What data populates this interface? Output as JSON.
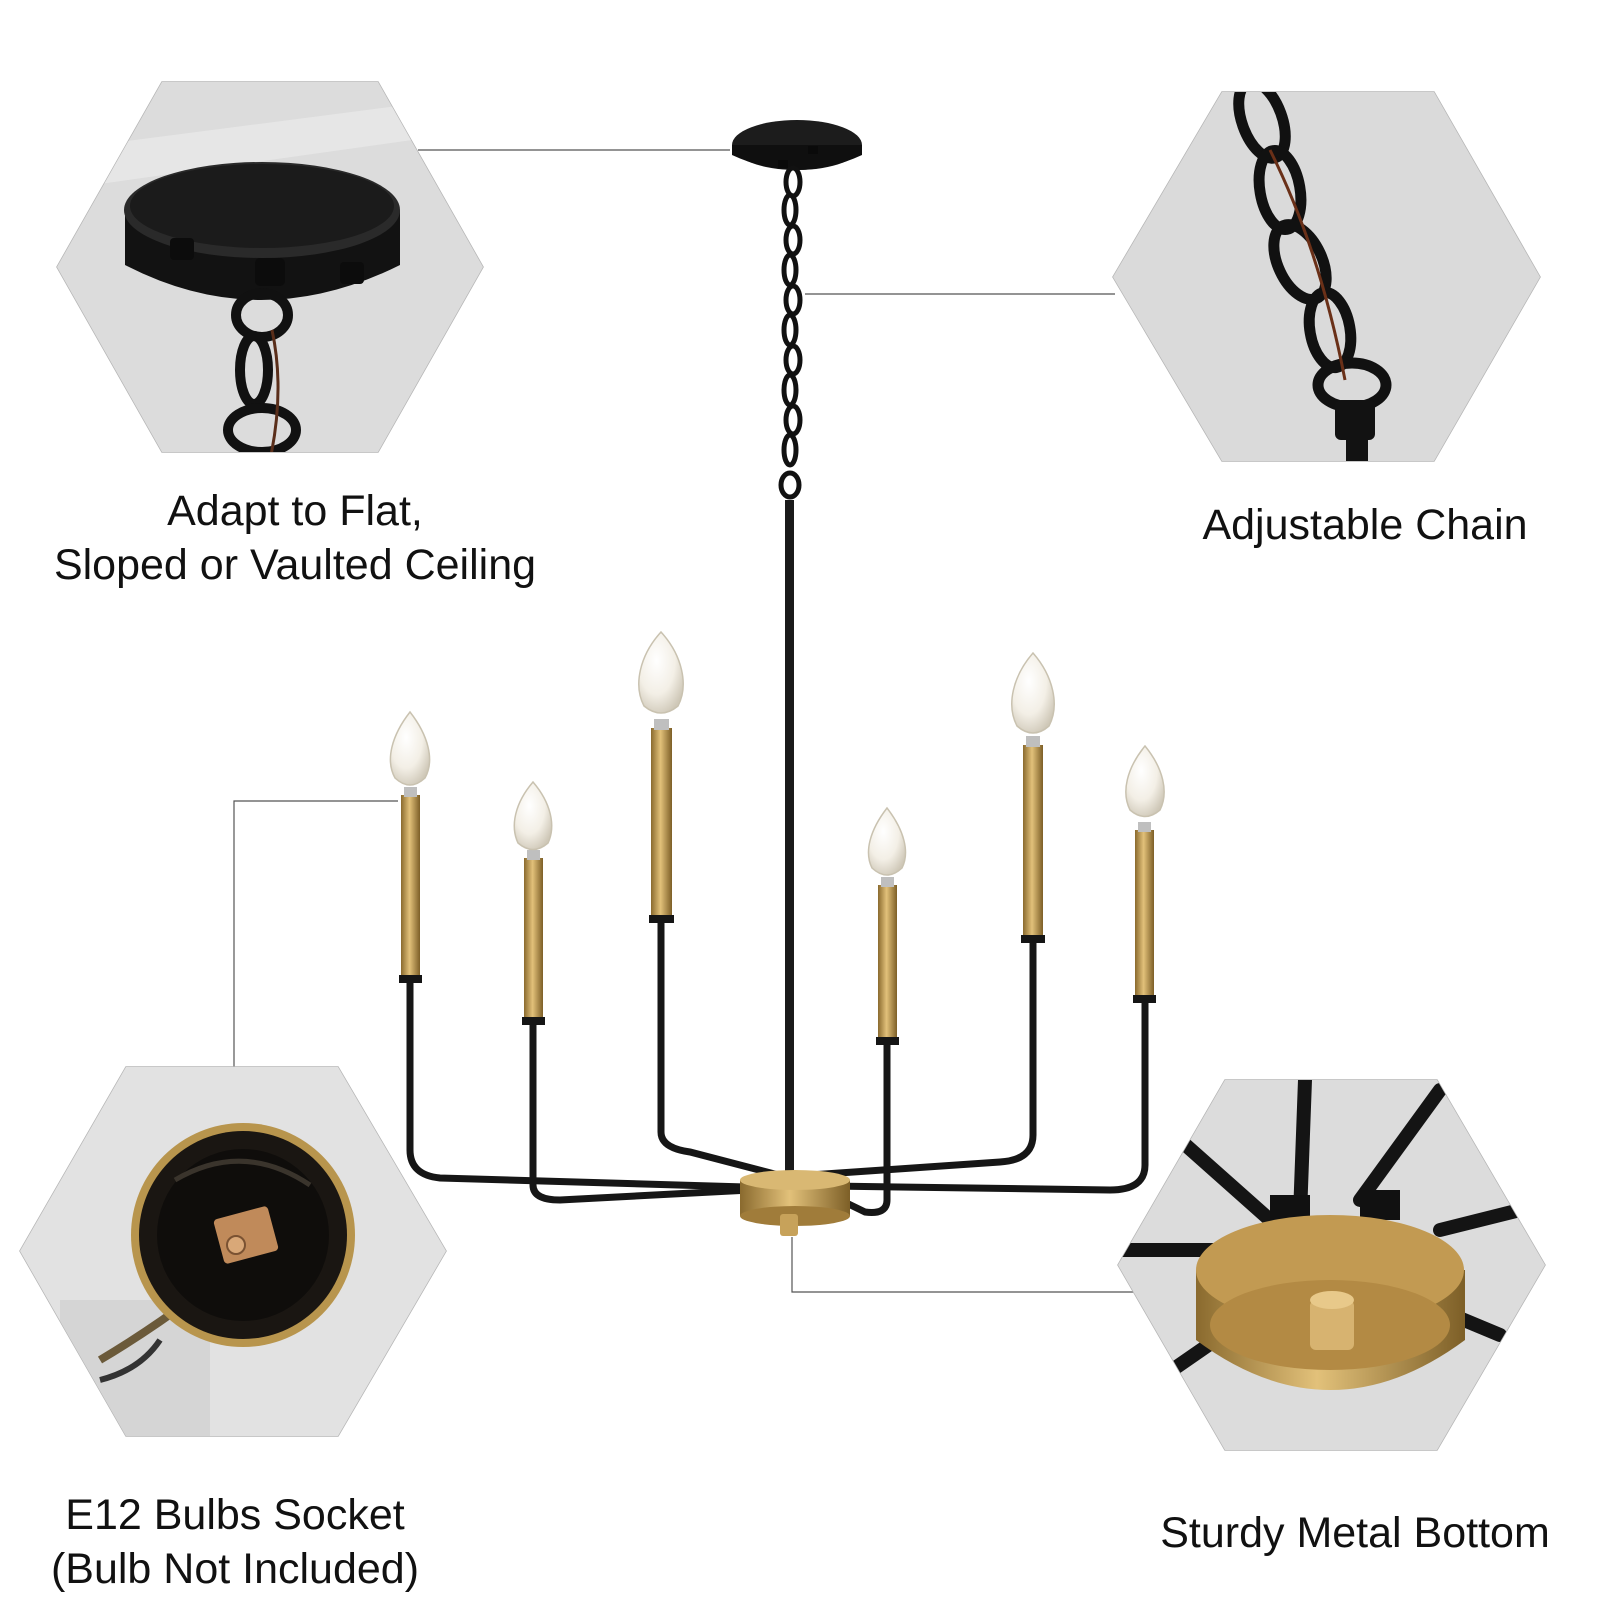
{
  "features": {
    "ceiling": {
      "line1": "Adapt to Flat,",
      "line2": "Sloped or Vaulted Ceiling",
      "icon": "ceiling-canopy"
    },
    "chain": {
      "line1": "Adjustable Chain",
      "icon": "chain-link"
    },
    "socket": {
      "line1": "E12 Bulbs Socket",
      "line2": "(Bulb Not Included)",
      "icon": "bulb-socket"
    },
    "bottom": {
      "line1": "Sturdy Metal Bottom",
      "icon": "brass-base"
    }
  },
  "colors": {
    "metal_black": "#1a1a1a",
    "brass": "#c9a259",
    "hexagon_bg": "#e6e6e6",
    "callout_line": "#555555"
  }
}
